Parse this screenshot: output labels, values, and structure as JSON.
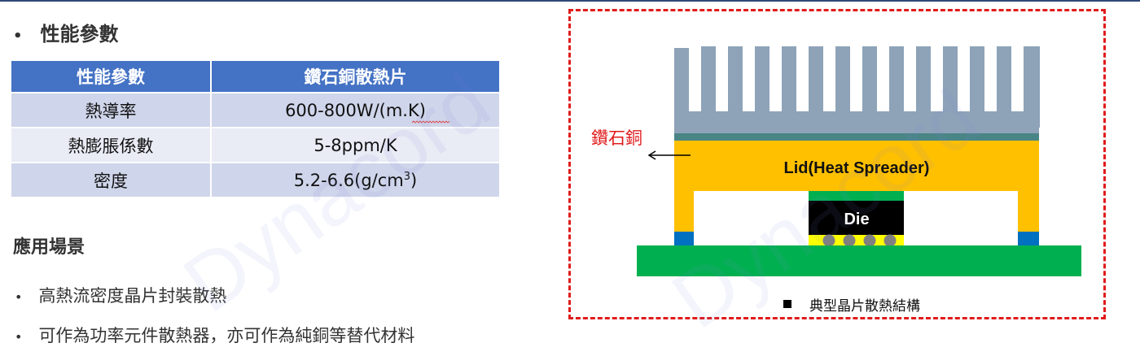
{
  "section_title": "性能參數",
  "table": {
    "headers": [
      "性能參數",
      "鑽石銅散熱片"
    ],
    "rows": [
      [
        "熱導率",
        "600-800W/(m.K)"
      ],
      [
        "熱膨脹係數",
        "5-8ppm/K"
      ],
      [
        "密度",
        "5.2-6.6(g/cm",
        "3",
        ")"
      ]
    ]
  },
  "applications": {
    "title": "應用場景",
    "items": [
      "高熱流密度晶片封裝散熱",
      "可作為功率元件散熱器，亦可作為純銅等替代材料"
    ]
  },
  "diagram": {
    "material_label": "鑽石銅",
    "lid_label": "Lid(Heat Spreader)",
    "die_label": "Die",
    "caption": "典型晶片散熱結構",
    "fin_count": 14,
    "solder_ball_count": 4,
    "colors": {
      "heatsink": "#8EA3B8",
      "tim": "#4A8586",
      "lid": "#FFC000",
      "substrate": "#00B050",
      "die": "#000000",
      "bump": "#FFFF00",
      "ball": "#808080",
      "seal": "#0070C0",
      "frame": "#E01B1B"
    }
  },
  "watermark": "Dynacord"
}
